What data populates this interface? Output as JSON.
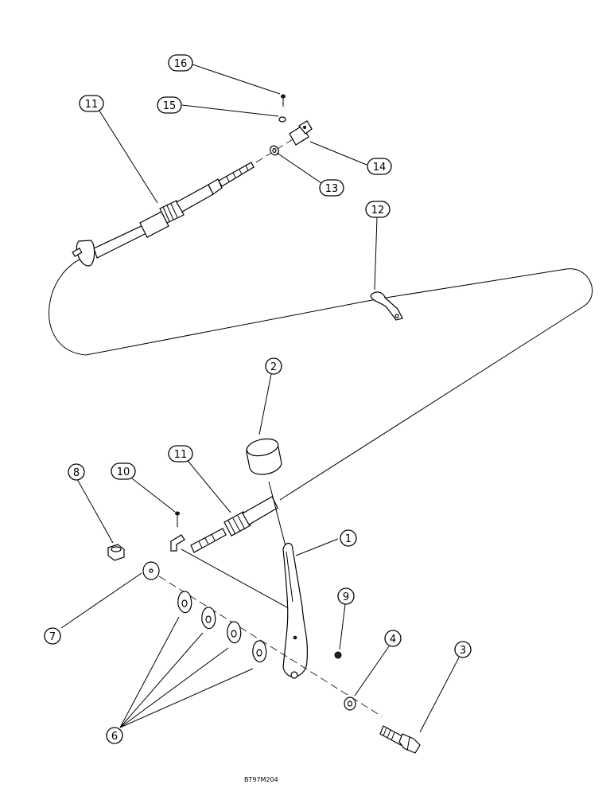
{
  "figure": {
    "code": "BT97M204"
  },
  "callouts": [
    {
      "id": "c16",
      "label": "16"
    },
    {
      "id": "c15",
      "label": "15"
    },
    {
      "id": "c11a",
      "label": "11"
    },
    {
      "id": "c14",
      "label": "14"
    },
    {
      "id": "c13",
      "label": "13"
    },
    {
      "id": "c12",
      "label": "12"
    },
    {
      "id": "c2",
      "label": "2"
    },
    {
      "id": "c8",
      "label": "8"
    },
    {
      "id": "c10",
      "label": "10"
    },
    {
      "id": "c11b",
      "label": "11"
    },
    {
      "id": "c1",
      "label": "1"
    },
    {
      "id": "c9",
      "label": "9"
    },
    {
      "id": "c7",
      "label": "7"
    },
    {
      "id": "c4",
      "label": "4"
    },
    {
      "id": "c3",
      "label": "3"
    },
    {
      "id": "c6",
      "label": "6"
    }
  ]
}
